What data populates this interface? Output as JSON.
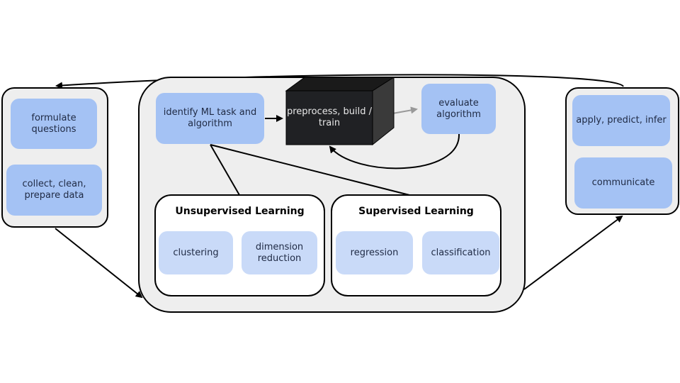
{
  "colors": {
    "panel_bg": "#eeeeee",
    "step_box": "#a4c2f4",
    "sub_box": "#c9daf8",
    "cube": "#202124",
    "arrow": "#000000",
    "arrow_gray": "#999999"
  },
  "left_panel": {
    "steps": [
      {
        "label": "formulate questions"
      },
      {
        "label": "collect, clean, prepare data"
      }
    ]
  },
  "center_panel": {
    "identify": {
      "label": "identify ML task and algorithm"
    },
    "train_cube": {
      "label": "preprocess, build / train"
    },
    "evaluate": {
      "label": "evaluate algorithm"
    },
    "groups": [
      {
        "title": "Unsupervised Learning",
        "items": [
          "clustering",
          "dimension reduction"
        ]
      },
      {
        "title": "Supervised Learning",
        "items": [
          "regression",
          "classification"
        ]
      }
    ]
  },
  "right_panel": {
    "steps": [
      {
        "label": "apply, predict, infer"
      },
      {
        "label": "communicate"
      }
    ]
  }
}
